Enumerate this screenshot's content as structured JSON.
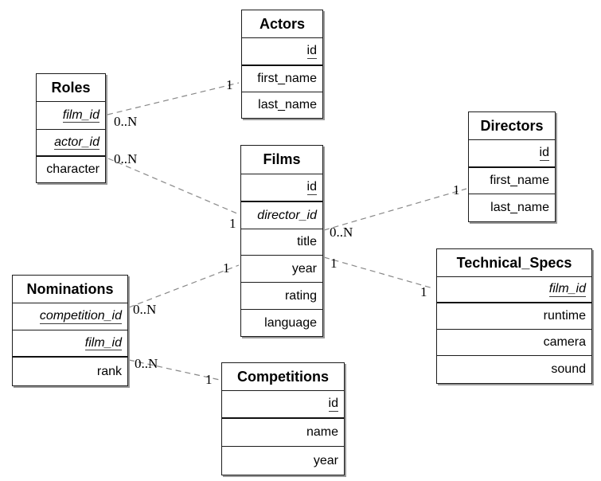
{
  "diagram": {
    "type": "entity-relationship",
    "colors": {
      "table_border": "#1c1c1c",
      "shadow": "#999999",
      "relationship_line": "#888888",
      "text": "#000000",
      "background": "#ffffff"
    },
    "tables": [
      {
        "name": "Roles",
        "columns": [
          {
            "label": "film_id",
            "key": "primary+foreign"
          },
          {
            "label": "actor_id",
            "key": "primary+foreign"
          },
          {
            "label": "character",
            "key": "none"
          }
        ]
      },
      {
        "name": "Actors",
        "columns": [
          {
            "label": "id",
            "key": "primary"
          },
          {
            "label": "first_name",
            "key": "none"
          },
          {
            "label": "last_name",
            "key": "none"
          }
        ]
      },
      {
        "name": "Films",
        "columns": [
          {
            "label": "id",
            "key": "primary"
          },
          {
            "label": "director_id",
            "key": "foreign"
          },
          {
            "label": "title",
            "key": "none"
          },
          {
            "label": "year",
            "key": "none"
          },
          {
            "label": "rating",
            "key": "none"
          },
          {
            "label": "language",
            "key": "none"
          }
        ]
      },
      {
        "name": "Directors",
        "columns": [
          {
            "label": "id",
            "key": "primary"
          },
          {
            "label": "first_name",
            "key": "none"
          },
          {
            "label": "last_name",
            "key": "none"
          }
        ]
      },
      {
        "name": "Nominations",
        "columns": [
          {
            "label": "competition_id",
            "key": "primary+foreign"
          },
          {
            "label": "film_id",
            "key": "primary+foreign"
          },
          {
            "label": "rank",
            "key": "none"
          }
        ]
      },
      {
        "name": "Competitions",
        "columns": [
          {
            "label": "id",
            "key": "primary"
          },
          {
            "label": "name",
            "key": "none"
          },
          {
            "label": "year",
            "key": "none"
          }
        ]
      },
      {
        "name": "Technical_Specs",
        "columns": [
          {
            "label": "film_id",
            "key": "primary+foreign"
          },
          {
            "label": "runtime",
            "key": "none"
          },
          {
            "label": "camera",
            "key": "none"
          },
          {
            "label": "sound",
            "key": "none"
          }
        ]
      }
    ],
    "connections": [
      {
        "from": "Roles",
        "to": "Actors",
        "from_card": "0..N",
        "to_card": "1"
      },
      {
        "from": "Roles",
        "to": "Films",
        "from_card": "0..N",
        "to_card": "1"
      },
      {
        "from": "Nominations",
        "to": "Films",
        "from_card": "0..N",
        "to_card": "1"
      },
      {
        "from": "Nominations",
        "to": "Competitions",
        "from_card": "0..N",
        "to_card": "1"
      },
      {
        "from": "Films",
        "to": "Directors",
        "from_card": "0..N",
        "to_card": "1"
      },
      {
        "from": "Films",
        "to": "Technical_Specs",
        "from_card": "1",
        "to_card": "1"
      }
    ]
  }
}
